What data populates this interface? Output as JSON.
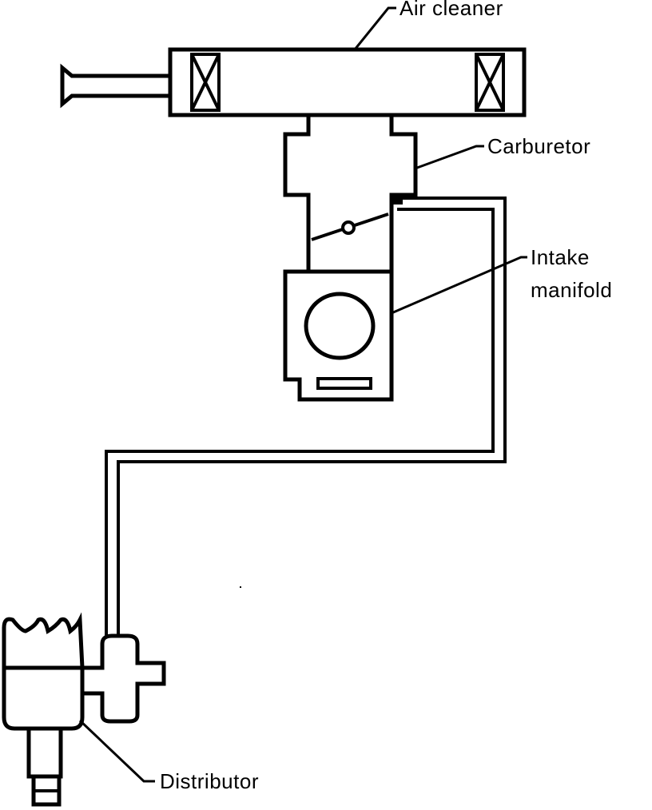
{
  "labels": {
    "air_cleaner": "Air cleaner",
    "carburetor": "Carburetor",
    "intake_manifold_line1": "Intake",
    "intake_manifold_line2": "manifold",
    "distributor": "Distributor"
  },
  "colors": {
    "line": "#000000",
    "background": "#ffffff"
  }
}
